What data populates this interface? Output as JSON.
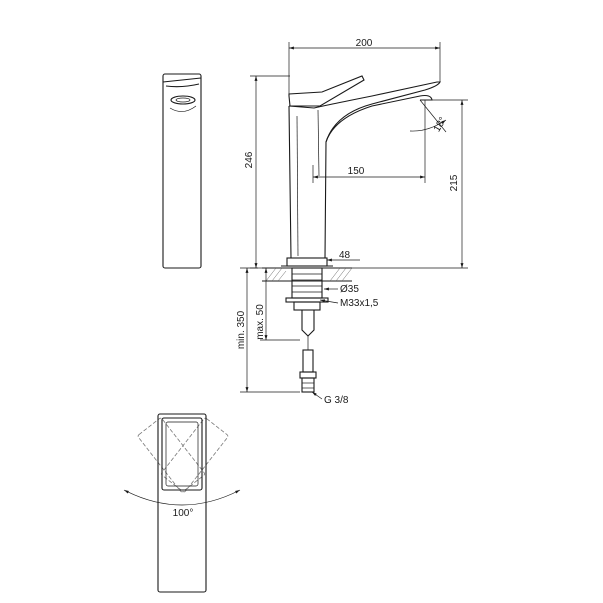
{
  "dimensions": {
    "total_length": "200",
    "total_height": "246",
    "spout_reach": "150",
    "spout_height": "215",
    "spout_angle": "18°",
    "base_to_body": "48",
    "hole_diameter": "Ø35",
    "thread": "M33x1,5",
    "max_thickness": "max. 50",
    "min_length": "min. 350",
    "connection": "G 3/8",
    "rotation": "100°"
  }
}
